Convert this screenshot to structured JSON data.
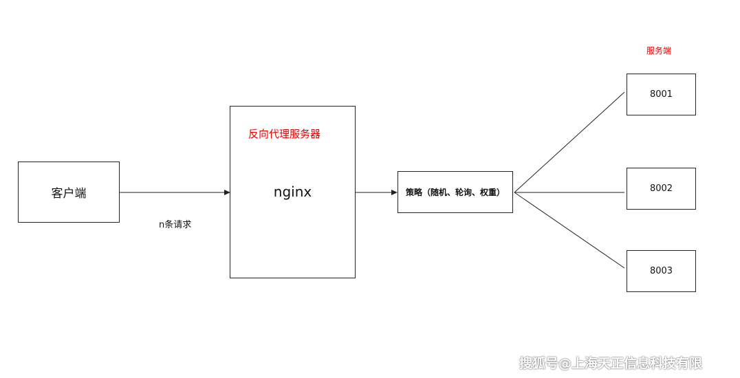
{
  "nodes": {
    "client": "客户端",
    "proxy_title": "反向代理服务器",
    "proxy_name": "nginx",
    "strategy": "策略（随机、轮询、权重）",
    "servers_title": "服务端",
    "servers": [
      "8001",
      "8002",
      "8003"
    ]
  },
  "edges": {
    "request_label": "n条请求"
  },
  "watermark": "搜狐号@上海天正信息科技有限",
  "colors": {
    "accent": "#e60000",
    "line": "#222222"
  }
}
